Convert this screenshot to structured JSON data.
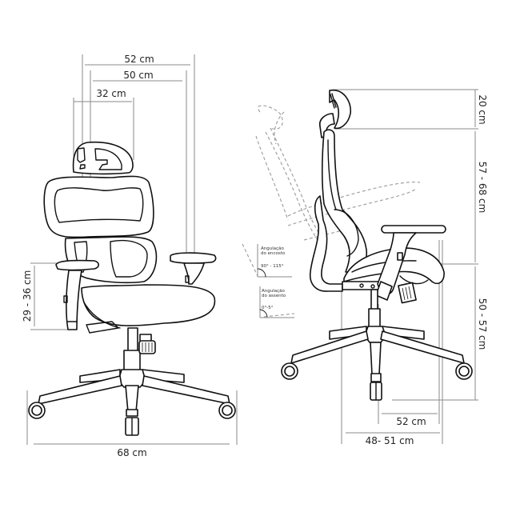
{
  "diagram": {
    "subject": "Office chair dimensions",
    "colors": {
      "ink": "#111111",
      "dimension_line": "#8a8a8a",
      "ghost_outline": "#9a9a9a",
      "background": "#ffffff"
    },
    "front_view": {
      "dimensions": {
        "overall_width_top": "52 cm",
        "backrest_width": "50 cm",
        "headrest_width": "32 cm",
        "armrest_height": "29 - 36 cm",
        "base_width": "68 cm"
      }
    },
    "side_view": {
      "dimensions": {
        "headrest_height": "20 cm",
        "backrest_height": "57 - 68 cm",
        "seat_height": "50 - 57 cm",
        "seat_depth": "52 cm",
        "base_depth": "48- 51 cm"
      },
      "annotations": {
        "backrest_angle": {
          "title_line1": "Angulação",
          "title_line2": "do encosto",
          "value": "90° - 115°"
        },
        "seat_angle": {
          "title_line1": "Angulação",
          "title_line2": "do assento",
          "value": "0°-5°"
        }
      }
    }
  }
}
